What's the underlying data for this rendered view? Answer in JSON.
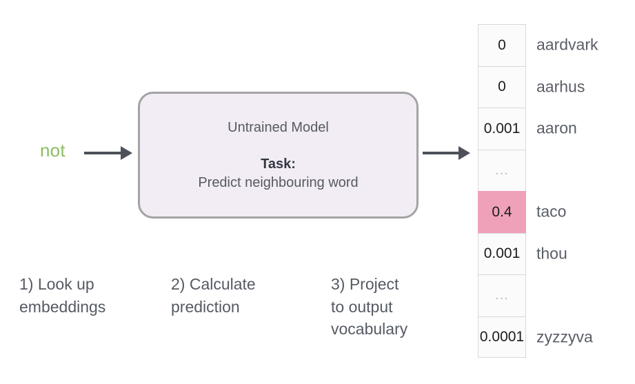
{
  "input": {
    "word": "not",
    "color": "#8cbd63"
  },
  "arrows": {
    "in_name": "arrow-into-model",
    "out_name": "arrow-out-of-model",
    "color": "#4d5159"
  },
  "model": {
    "title": "Untrained Model",
    "task_label": "Task:",
    "task_text": "Predict neighbouring word",
    "fill_color": "#f2ecf4",
    "border_color": "#a3a3a3"
  },
  "captions": [
    {
      "line1": "1) Look up",
      "line2": "embeddings",
      "line3": ""
    },
    {
      "line1": "2) Calculate",
      "line2": "prediction",
      "line3": ""
    },
    {
      "line1": "3) Project",
      "line2": "to output",
      "line3": "vocabulary"
    }
  ],
  "vocab_table": {
    "highlight_color": "#efa1b9",
    "cell_color": "#fcfbfc",
    "border_color": "#d9d9d9",
    "rows": [
      {
        "value": "0",
        "label": "aardvark",
        "highlighted": false,
        "ellipsis": false
      },
      {
        "value": "0",
        "label": "aarhus",
        "highlighted": false,
        "ellipsis": false
      },
      {
        "value": "0.001",
        "label": "aaron",
        "highlighted": false,
        "ellipsis": false
      },
      {
        "value": "...",
        "label": "",
        "highlighted": false,
        "ellipsis": true
      },
      {
        "value": "0.4",
        "label": "taco",
        "highlighted": true,
        "ellipsis": false
      },
      {
        "value": "0.001",
        "label": "thou",
        "highlighted": false,
        "ellipsis": false
      },
      {
        "value": "...",
        "label": "",
        "highlighted": false,
        "ellipsis": true
      },
      {
        "value": "0.0001",
        "label": "zyzzyva",
        "highlighted": false,
        "ellipsis": false
      }
    ]
  }
}
